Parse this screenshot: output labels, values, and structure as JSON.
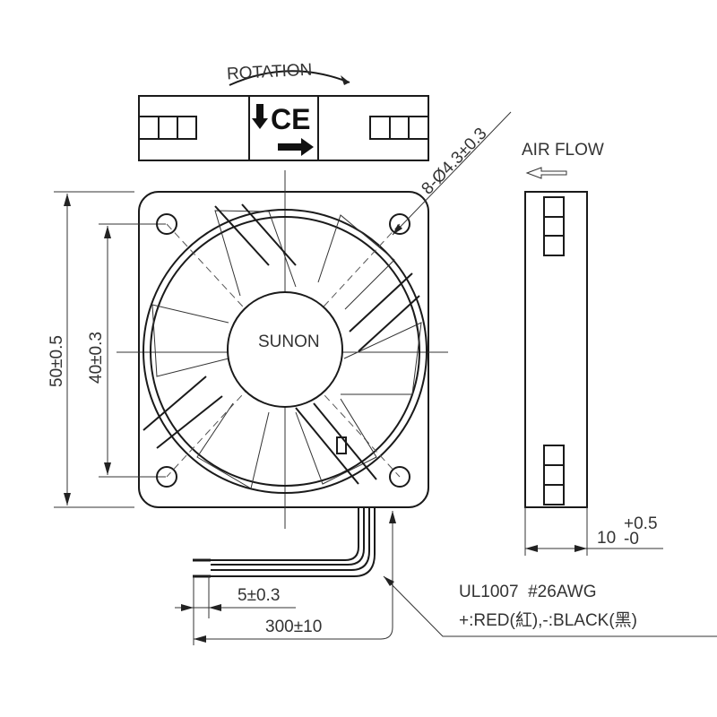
{
  "drawing": {
    "rotation_label": "ROTATION",
    "airflow_label": "AIR FLOW",
    "hole_spec": "8-Ø4.3±0.3",
    "brand": "SUNON",
    "outer_dim": "50±0.5",
    "hole_pitch_dim": "40±0.3",
    "thickness_dim": "10",
    "thickness_tol_plus": "+0.5",
    "thickness_tol_minus": "-0",
    "strip_dim": "5±0.3",
    "lead_length_dim": "300±10",
    "wire_spec": "UL1007  #26AWG",
    "wire_colors": "+:RED(紅),-:BLACK(黑)",
    "ce_mark": "CE"
  }
}
